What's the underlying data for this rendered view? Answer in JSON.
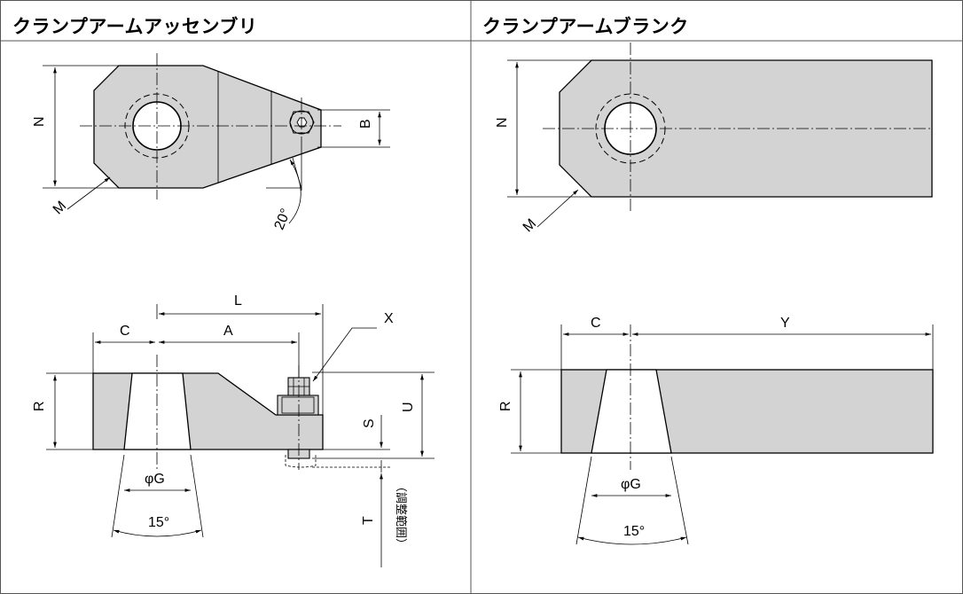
{
  "left_panel": {
    "title": "クランプアームアッセンブリ",
    "labels": {
      "N": "N",
      "M": "M",
      "B": "B",
      "angle": "20°",
      "L": "L",
      "C": "C",
      "A": "A",
      "X": "X",
      "R": "R",
      "S": "S",
      "U": "U",
      "G": "φG",
      "taper": "15°",
      "T": "T",
      "adjust": "（調整範囲）"
    }
  },
  "right_panel": {
    "title": "クランプアームブランク",
    "labels": {
      "N": "N",
      "M": "M",
      "C": "C",
      "Y": "Y",
      "R": "R",
      "G": "φG",
      "taper": "15°"
    }
  },
  "colors": {
    "fill": "#d3d3d3",
    "line": "#000000",
    "border": "#555555"
  }
}
